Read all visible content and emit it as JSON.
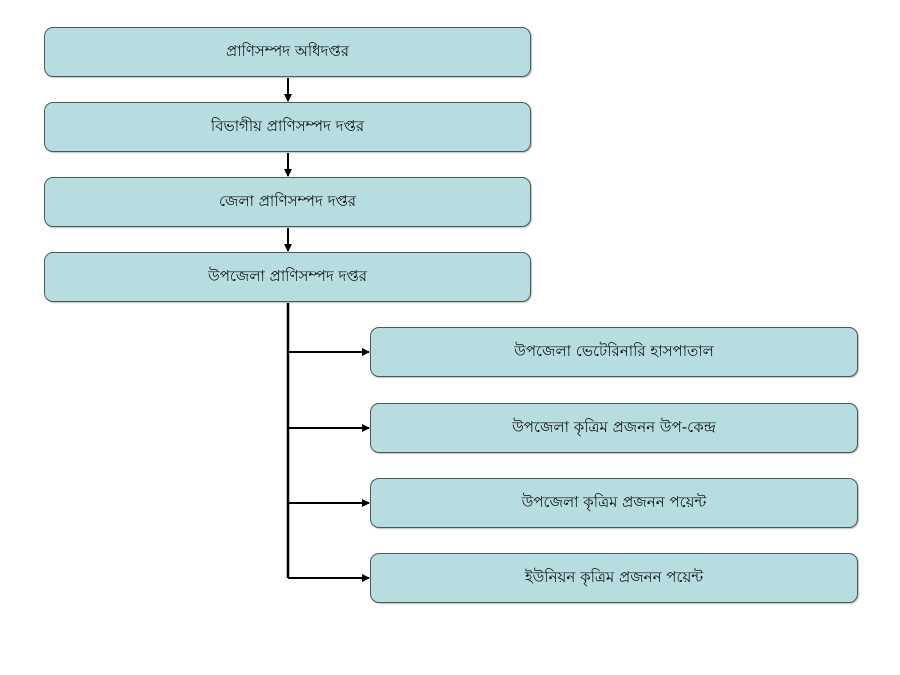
{
  "hierarchy": [
    {
      "label": "প্রাণিসম্পদ অধিদপ্তর"
    },
    {
      "label": "বিভাগীয় প্রাণিসম্পদ দপ্তর"
    },
    {
      "label": "জেলা প্রাণিসম্পদ দপ্তর"
    },
    {
      "label": "উপজেলা প্রাণিসম্পদ দপ্তর"
    }
  ],
  "branches": [
    {
      "label": "উপজেলা ভেটেরিনারি হাসপাতাল"
    },
    {
      "label": "উপজেলা কৃত্রিম প্রজনন উপ-কেন্দ্র"
    },
    {
      "label": "উপজেলা কৃত্রিম প্রজনন পয়েন্ট"
    },
    {
      "label": "ইউনিয়ন কৃত্রিম প্রজনন পয়েন্ট"
    }
  ],
  "colors": {
    "box_fill": "#b7dde1",
    "box_border": "#4a5a5c",
    "connector": "#000000"
  }
}
